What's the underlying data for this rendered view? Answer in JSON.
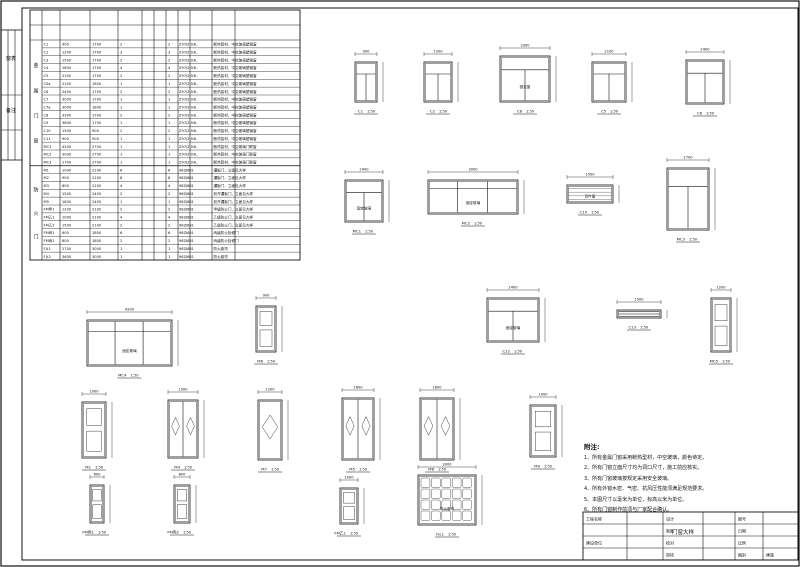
{
  "drawing": {
    "paper_color": "#ffffff",
    "line_color": "#111111"
  },
  "schedule": {
    "sections": [
      {
        "label": "金属门窗",
        "glyphs": [
          "金",
          "属",
          "门",
          "窗"
        ]
      },
      {
        "label": "防火门",
        "glyphs": [
          "防",
          "火",
          "门"
        ]
      }
    ],
    "side_margin_labels": [
      "窗表",
      "备注"
    ],
    "rows": [
      {
        "code": "C1",
        "w": "900",
        "h": "1700",
        "n1": "2",
        "n2": "",
        "n3": "",
        "n4": "2",
        "atlas": "Z97J2-93L",
        "note": "断热铝材，中空玻璃塑钢窗",
        "seg": "金属"
      },
      {
        "code": "C2",
        "w": "1200",
        "h": "1700",
        "n1": "3",
        "n2": "",
        "n3": "",
        "n4": "3",
        "atlas": "Z97J2-93L",
        "note": "断热铝材，中空玻璃塑钢窗",
        "seg": "金属"
      },
      {
        "code": "C3",
        "w": "1500",
        "h": "1700",
        "n1": "2",
        "n2": "",
        "n3": "",
        "n4": "2",
        "atlas": "Z97J2-93L",
        "note": "断热铝材，中空玻璃塑钢窗",
        "seg": "金属"
      },
      {
        "code": "C4",
        "w": "1800",
        "h": "1700",
        "n1": "4",
        "n2": "",
        "n3": "",
        "n4": "4",
        "atlas": "Z97J2-93L",
        "note": "断热铝材，中空玻璃塑钢窗",
        "seg": "金属"
      },
      {
        "code": "C5",
        "w": "2100",
        "h": "1700",
        "n1": "2",
        "n2": "",
        "n3": "",
        "n4": "2",
        "atlas": "Z97J2-93L",
        "note": "断热铝材，中空玻璃塑钢窗",
        "seg": "金属"
      },
      {
        "code": "C5a",
        "w": "2100",
        "h": "1800",
        "n1": "1",
        "n2": "",
        "n3": "",
        "n4": "1",
        "atlas": "Z97J2-93L",
        "note": "断热铝材，中空玻璃塑钢窗",
        "seg": "金属"
      },
      {
        "code": "C6",
        "w": "2400",
        "h": "1700",
        "n1": "2",
        "n2": "",
        "n3": "",
        "n4": "2",
        "atlas": "Z97J2-93L",
        "note": "断热铝材，中空玻璃塑钢窗",
        "seg": "金属"
      },
      {
        "code": "C7",
        "w": "3000",
        "h": "1700",
        "n1": "1",
        "n2": "",
        "n3": "",
        "n4": "1",
        "atlas": "Z97J2-93L",
        "note": "断热铝材，中空玻璃塑钢窗",
        "seg": "金属"
      },
      {
        "code": "C7a",
        "w": "3000",
        "h": "1800",
        "n1": "1",
        "n2": "",
        "n3": "",
        "n4": "1",
        "atlas": "Z97J2-93L",
        "note": "断热铝材，中空玻璃塑钢窗",
        "seg": "金属"
      },
      {
        "code": "C8",
        "w": "3300",
        "h": "1700",
        "n1": "2",
        "n2": "",
        "n3": "",
        "n4": "2",
        "atlas": "Z97J2-93L",
        "note": "断热铝材，中空玻璃塑钢窗",
        "seg": "金属"
      },
      {
        "code": "C9",
        "w": "3600",
        "h": "1700",
        "n1": "1",
        "n2": "",
        "n3": "",
        "n4": "1",
        "atlas": "Z97J2-93L",
        "note": "断热铝材，中空玻璃塑钢窗",
        "seg": "金属"
      },
      {
        "code": "C10",
        "w": "1500",
        "h": "900",
        "n1": "2",
        "n2": "",
        "n3": "",
        "n4": "2",
        "atlas": "Z97J2-93L",
        "note": "断热铝材，中空玻璃塑钢窗",
        "seg": "金属"
      },
      {
        "code": "C11",
        "w": "900",
        "h": "900",
        "n1": "1",
        "n2": "",
        "n3": "",
        "n4": "1",
        "atlas": "Z97J2-93L",
        "note": "断热铝材，中空玻璃塑钢窗",
        "seg": "金属"
      },
      {
        "code": "MC1",
        "w": "4200",
        "h": "2700",
        "n1": "1",
        "n2": "",
        "n3": "",
        "n4": "1",
        "atlas": "Z97J2-93L",
        "note": "断热铝材，中空玻璃门联窗",
        "seg": "金属"
      },
      {
        "code": "MC2",
        "w": "3000",
        "h": "2700",
        "n1": "1",
        "n2": "",
        "n3": "",
        "n4": "1",
        "atlas": "Z97J2-93L",
        "note": "断热铝材，中空玻璃门联窗",
        "seg": "金属"
      },
      {
        "code": "MC3",
        "w": "2700",
        "h": "2700",
        "n1": "1",
        "n2": "",
        "n3": "",
        "n4": "1",
        "atlas": "Z97J2-93L",
        "note": "断热铝材，中空玻璃门联窗",
        "seg": "金属"
      },
      {
        "code": "M1",
        "w": "1000",
        "h": "2100",
        "n1": "6",
        "n2": "",
        "n3": "",
        "n4": "6",
        "atlas": "98ZJ681",
        "note": "镶板门，立面见大样",
        "seg": "防火"
      },
      {
        "code": "M2",
        "w": "900",
        "h": "2100",
        "n1": "8",
        "n2": "",
        "n3": "",
        "n4": "8",
        "atlas": "98ZJ681",
        "note": "镶板门，立面见大样",
        "seg": "防火"
      },
      {
        "code": "M3",
        "w": "800",
        "h": "2100",
        "n1": "4",
        "n2": "",
        "n3": "",
        "n4": "4",
        "atlas": "98ZJ681",
        "note": "镶板门，立面见大样",
        "seg": "防火"
      },
      {
        "code": "M4",
        "w": "1500",
        "h": "2400",
        "n1": "2",
        "n2": "",
        "n3": "",
        "n4": "2",
        "atlas": "98ZJ681",
        "note": "双开镶板门，立面见大样",
        "seg": "防火"
      },
      {
        "code": "M5",
        "w": "1800",
        "h": "2400",
        "n1": "1",
        "n2": "",
        "n3": "",
        "n4": "1",
        "atlas": "98ZJ681",
        "note": "双开镶板门，立面见大样",
        "seg": "防火"
      },
      {
        "code": "FM甲1",
        "w": "1200",
        "h": "2100",
        "n1": "2",
        "n2": "",
        "n3": "",
        "n4": "2",
        "atlas": "98ZJ681",
        "note": "甲级防火门，立面见大样",
        "seg": "防火"
      },
      {
        "code": "FM乙1",
        "w": "1000",
        "h": "2100",
        "n1": "4",
        "n2": "",
        "n3": "",
        "n4": "4",
        "atlas": "98ZJ681",
        "note": "乙级防火门，立面见大样",
        "seg": "防火"
      },
      {
        "code": "FM乙2",
        "w": "1500",
        "h": "2100",
        "n1": "2",
        "n2": "",
        "n3": "",
        "n4": "2",
        "atlas": "98ZJ681",
        "note": "乙级防火门，立面见大样",
        "seg": "防火"
      },
      {
        "code": "FM丙1",
        "w": "600",
        "h": "1800",
        "n1": "6",
        "n2": "",
        "n3": "",
        "n4": "6",
        "atlas": "98ZJ681",
        "note": "丙级防火检修门",
        "seg": "防火"
      },
      {
        "code": "FM丙2",
        "w": "800",
        "h": "1800",
        "n1": "2",
        "n2": "",
        "n3": "",
        "n4": "2",
        "atlas": "98ZJ681",
        "note": "丙级防火检修门",
        "seg": "防火"
      },
      {
        "code": "FJL1",
        "w": "2700",
        "h": "3000",
        "n1": "1",
        "n2": "",
        "n3": "",
        "n4": "1",
        "atlas": "98ZJ681",
        "note": "防火卷帘",
        "seg": "防火"
      },
      {
        "code": "FJL2",
        "w": "3600",
        "h": "3000",
        "n1": "1",
        "n2": "",
        "n3": "",
        "n4": "1",
        "atlas": "98ZJ681",
        "note": "防火卷帘",
        "seg": "防火"
      }
    ]
  },
  "elevations": {
    "row1": [
      {
        "code": "C1",
        "dims": [
          "900"
        ],
        "scale": "1:50"
      },
      {
        "code": "C2",
        "dims": [
          "1200"
        ],
        "scale": "1:50"
      },
      {
        "code": "C8",
        "dims": [
          "3300"
        ],
        "scale": "1:50",
        "caption": "固定窗"
      },
      {
        "code": "C5",
        "dims": [
          "2100"
        ],
        "scale": "1:50"
      },
      {
        "code": "C6",
        "dims": [
          "2400"
        ],
        "scale": "1:50"
      }
    ],
    "row2": [
      {
        "code": "MC1",
        "dims": [
          "2400"
        ],
        "scale": "1:50",
        "caption": "固定玻璃"
      },
      {
        "code": "MC2",
        "dims": [
          "3000"
        ],
        "scale": "1:50",
        "caption": "固定玻璃"
      },
      {
        "code": "C10",
        "dims": [
          "1500"
        ],
        "scale": "1:50",
        "caption": "百叶窗"
      },
      {
        "code": "MC3",
        "dims": [
          "2700"
        ],
        "scale": "1:50"
      }
    ],
    "row3": [
      {
        "code": "MC4",
        "dims": [
          "4200"
        ],
        "scale": "1:50",
        "caption": "固定玻璃"
      },
      {
        "code": "M6",
        "dims": [
          "900"
        ],
        "scale": "1:50"
      },
      {
        "code": "C12",
        "dims": [
          "2400"
        ],
        "scale": "1:50",
        "caption": "固定玻璃"
      },
      {
        "code": "C13",
        "dims": [
          "1500"
        ],
        "scale": "1:50"
      },
      {
        "code": "MC5",
        "dims": [
          "1200"
        ],
        "scale": "1:50"
      }
    ],
    "row4": [
      {
        "code": "M1",
        "dims": [
          "1000"
        ],
        "scale": "1:50"
      },
      {
        "code": "M4",
        "dims": [
          "1500"
        ],
        "scale": "1:50"
      },
      {
        "code": "M7",
        "dims": [
          "1200"
        ],
        "scale": "1:50"
      },
      {
        "code": "M5",
        "dims": [
          "1800"
        ],
        "scale": "1:50"
      },
      {
        "code": "M8",
        "dims": [
          "1800"
        ],
        "scale": "1:50"
      },
      {
        "code": "M9",
        "dims": [
          "1000"
        ],
        "scale": "1:50"
      }
    ],
    "row5": [
      {
        "code": "FM丙1",
        "dims": [
          "600"
        ],
        "scale": "1:50"
      },
      {
        "code": "FM丙2",
        "dims": [
          "800"
        ],
        "scale": "1:50"
      },
      {
        "code": "FM乙1",
        "dims": [
          "1000"
        ],
        "scale": "1:50"
      },
      {
        "code": "FJL1",
        "dims": [
          "3000"
        ],
        "scale": "1:50",
        "caption": "防火卷帘"
      }
    ]
  },
  "notes": {
    "title": "附注:",
    "items": [
      "1、所有金属门窗采用断热型材，中空玻璃，颜色待定。",
      "2、所有门窗立面尺寸均为洞口尺寸，施工前应核实。",
      "3、所有门窗玻璃按规定采用安全玻璃。",
      "4、所有外窗水密、气密、抗风压性能须满足规范要求。",
      "5、本图尺寸以毫米为单位，标高以米为单位。",
      "6、所有门窗制作前须与厂家配合确认。"
    ]
  },
  "title_block": {
    "cells": [
      [
        "工程名称",
        "",
        "设计",
        "",
        "图号",
        ""
      ],
      [
        "",
        "",
        "制图",
        "",
        "日期",
        ""
      ],
      [
        "建设单位",
        "",
        "校对",
        "",
        "比例",
        ""
      ],
      [
        "",
        "",
        "审核",
        "",
        "图别",
        "建施"
      ]
    ],
    "drawing_title": "门窗大样"
  }
}
